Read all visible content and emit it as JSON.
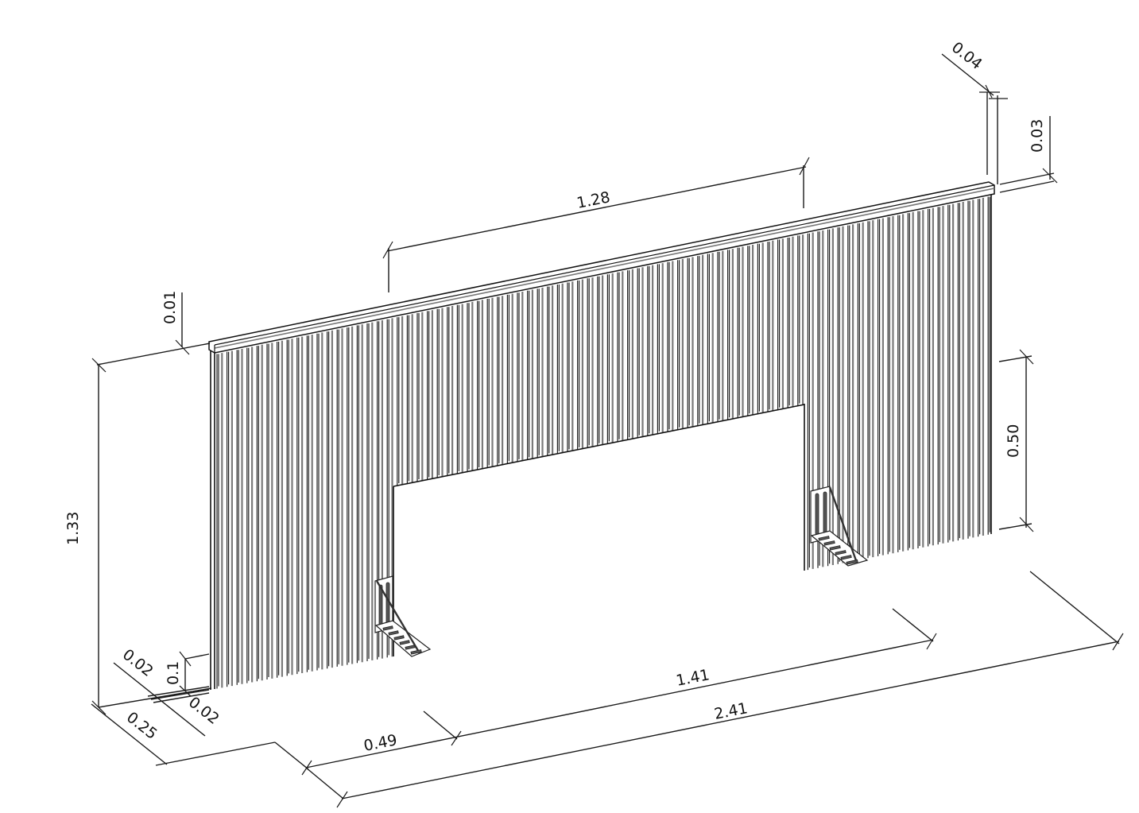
{
  "drawing": {
    "title": "Isometric drawing of corrugated wall panel with opening and mounting brackets",
    "units": "m",
    "line_color": "#1a1a1a",
    "background": "#ffffff"
  },
  "dimensions": {
    "cap_depth": "0.04",
    "cap_height": "0.03",
    "opening_width": "1.28",
    "cap_offset": "0.01",
    "total_height": "1.33",
    "opening_height": "0.50",
    "bottom_gap_height": "0.1",
    "panel_thickness_a": "0.02",
    "panel_thickness_b": "0.02",
    "base_depth": "0.25",
    "left_leg_offset": "0.49",
    "inner_span": "1.41",
    "total_length": "2.41"
  },
  "components": [
    {
      "name": "top-cap-rail"
    },
    {
      "name": "corrugated-wall-panel"
    },
    {
      "name": "left-mounting-bracket"
    },
    {
      "name": "right-mounting-bracket"
    }
  ]
}
